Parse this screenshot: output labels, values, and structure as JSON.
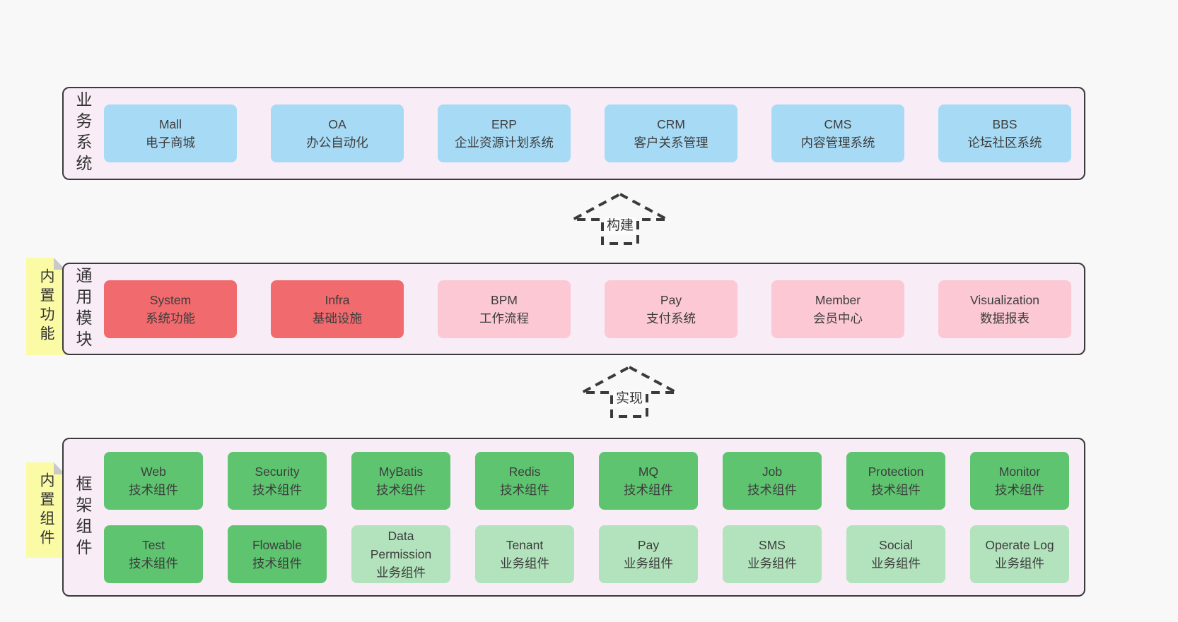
{
  "diagram": {
    "arrows": {
      "build": "构建",
      "implement": "实现"
    },
    "sections": {
      "business": {
        "label": "业务系统",
        "boxes": [
          {
            "name": "Mall",
            "desc": "电子商城",
            "variant": "blue"
          },
          {
            "name": "OA",
            "desc": "办公自动化",
            "variant": "blue"
          },
          {
            "name": "ERP",
            "desc": "企业资源计划系统",
            "variant": "blue"
          },
          {
            "name": "CRM",
            "desc": "客户关系管理",
            "variant": "blue"
          },
          {
            "name": "CMS",
            "desc": "内容管理系统",
            "variant": "blue"
          },
          {
            "name": "BBS",
            "desc": "论坛社区系统",
            "variant": "blue"
          }
        ]
      },
      "modules": {
        "label": "通用模块",
        "note": "内置功能",
        "boxes": [
          {
            "name": "System",
            "desc": "系统功能",
            "variant": "red"
          },
          {
            "name": "Infra",
            "desc": "基础设施",
            "variant": "red"
          },
          {
            "name": "BPM",
            "desc": "工作流程",
            "variant": "pink"
          },
          {
            "name": "Pay",
            "desc": "支付系统",
            "variant": "pink"
          },
          {
            "name": "Member",
            "desc": "会员中心",
            "variant": "pink"
          },
          {
            "name": "Visualization",
            "desc": "数据报表",
            "variant": "pink"
          }
        ]
      },
      "framework": {
        "label": "框架组件",
        "note": "内置组件",
        "row1": [
          {
            "name": "Web",
            "desc": "技术组件",
            "variant": "green"
          },
          {
            "name": "Security",
            "desc": "技术组件",
            "variant": "green"
          },
          {
            "name": "MyBatis",
            "desc": "技术组件",
            "variant": "green"
          },
          {
            "name": "Redis",
            "desc": "技术组件",
            "variant": "green"
          },
          {
            "name": "MQ",
            "desc": "技术组件",
            "variant": "green"
          },
          {
            "name": "Job",
            "desc": "技术组件",
            "variant": "green"
          },
          {
            "name": "Protection",
            "desc": "技术组件",
            "variant": "green"
          },
          {
            "name": "Monitor",
            "desc": "技术组件",
            "variant": "green"
          }
        ],
        "row2": [
          {
            "name": "Test",
            "desc": "技术组件",
            "variant": "green"
          },
          {
            "name": "Flowable",
            "desc": "技术组件",
            "variant": "green"
          },
          {
            "name": "Data Permission",
            "desc": "业务组件",
            "variant": "lgreen"
          },
          {
            "name": "Tenant",
            "desc": "业务组件",
            "variant": "lgreen"
          },
          {
            "name": "Pay",
            "desc": "业务组件",
            "variant": "lgreen"
          },
          {
            "name": "SMS",
            "desc": "业务组件",
            "variant": "lgreen"
          },
          {
            "name": "Social",
            "desc": "业务组件",
            "variant": "lgreen"
          },
          {
            "name": "Operate Log",
            "desc": "业务组件",
            "variant": "lgreen"
          }
        ]
      }
    },
    "colors": {
      "blue": "#a7daf5",
      "red": "#f16a6d",
      "pink": "#fbc8d3",
      "green": "#5ec470",
      "light_green": "#b2e3bc",
      "note_yellow": "#fbfaa5",
      "panel_bg": "#f8ecf6",
      "border": "#3a3a3a",
      "text": "#3d3d3d",
      "page_bg": "#f8f8f8"
    }
  }
}
